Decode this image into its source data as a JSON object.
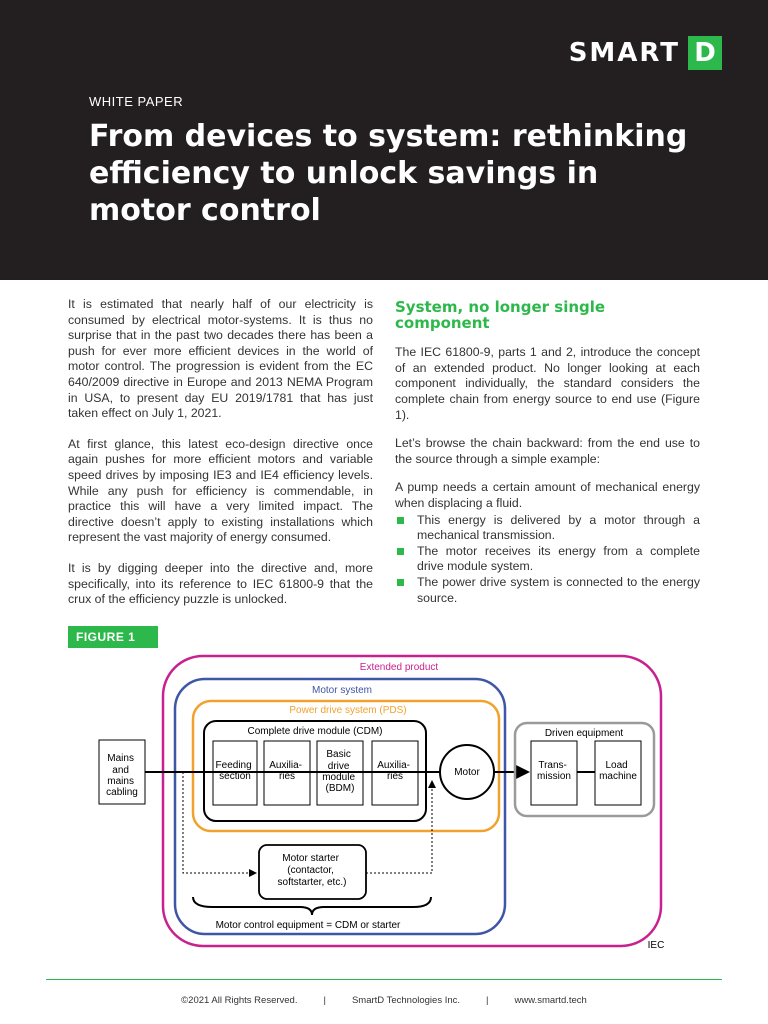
{
  "brand": {
    "name": "SMART",
    "mark": "D",
    "accent": "#2db84b"
  },
  "header": {
    "kicker": "WHITE PAPER",
    "title": "From devices to system: rethinking efficiency to unlock savings in motor control"
  },
  "left_column": {
    "paragraphs": [
      "It is estimated that nearly half of our electricity is consumed by electrical motor-systems. It is thus no surprise that in the past two decades there has been a push for ever more efficient devices in the world of motor control. The progression is evident from the EC 640/2009 directive in Europe and 2013 NEMA Program in USA, to present day EU 2019/1781 that has just taken effect on July 1, 2021.",
      "At first glance, this latest eco-design directive once again pushes for more efficient motors and variable speed drives by imposing IE3 and IE4 efficiency levels. While any push for efficiency is commendable, in practice this will have a very limited impact. The directive doesn’t apply to existing installations which represent the vast majority of energy consumed.",
      "It is by digging deeper into the directive and, more specifically, into its reference to IEC 61800-9 that the crux of the efficiency puzzle is unlocked."
    ]
  },
  "right_column": {
    "heading": "System, no longer single component",
    "paragraphs": [
      "The IEC 61800-9, parts 1 and 2,  introduce the concept of an extended product. No longer looking at each component individually, the standard considers the complete chain from energy source to end use (Figure 1).",
      "Let’s browse the chain backward: from the end use to the source through a simple example:",
      "A pump needs a certain amount of mechanical energy when displacing a fluid."
    ],
    "bullets": [
      "This energy is delivered by a motor through a mechanical transmission.",
      "The motor receives its energy from a complete drive module system.",
      "The power drive system is connected to the energy source."
    ]
  },
  "figure": {
    "tag": "FIGURE 1",
    "labels": {
      "extended_product": "Extended product",
      "motor_system": "Motor system",
      "pds": "Power drive system (PDS)",
      "cdm": "Complete drive module (CDM)",
      "mains": [
        "Mains",
        "and",
        "mains",
        "cabling"
      ],
      "feeding": [
        "Feeding",
        "section"
      ],
      "aux1": [
        "Auxilia-",
        "ries"
      ],
      "bdm": [
        "Basic",
        "drive",
        "module",
        "(BDM)"
      ],
      "aux2": [
        "Auxilia-",
        "ries"
      ],
      "motor": "Motor",
      "driven": "Driven equipment",
      "transmission": [
        "Trans-",
        "mission"
      ],
      "load": [
        "Load",
        "machine"
      ],
      "starter": [
        "Motor starter",
        "(contactor,",
        "softstarter, etc.)"
      ],
      "mce": "Motor control equipment = CDM or starter",
      "iec": "IEC"
    },
    "colors": {
      "extended": "#c8218f",
      "motor_system": "#3f56a6",
      "pds": "#f2a22c",
      "driven": "#9a9a9a"
    }
  },
  "footer": {
    "copyright": "©2021 All Rights Reserved.",
    "company": "SmartD Technologies Inc.",
    "website": "www.smartd.tech",
    "separator": "|"
  }
}
